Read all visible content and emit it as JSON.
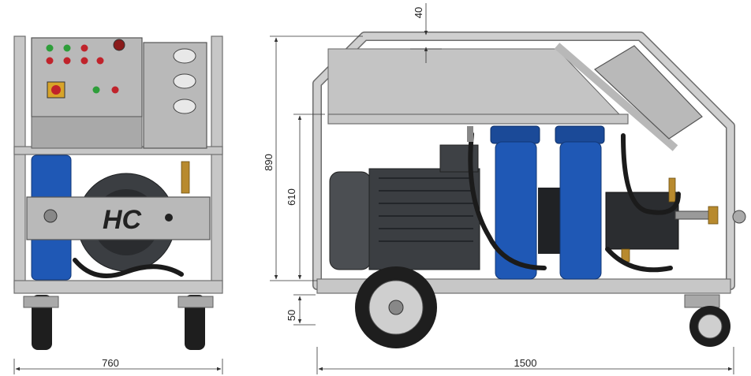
{
  "drawing": {
    "title": "Pressure washer unit – front and side views with overall dimensions",
    "logo_text": "HC"
  },
  "dimensions": {
    "front_width": "760",
    "side_length": "1500",
    "total_height": "890",
    "frame_height": "610",
    "top_clearance": "40",
    "ground_clearance": "50"
  },
  "colors": {
    "frame": "#c7c7c7",
    "filter_blue": "#1f58b5",
    "motor_dark": "#3b3e42",
    "button_green": "#2e9e3a",
    "button_red": "#c0232b"
  }
}
